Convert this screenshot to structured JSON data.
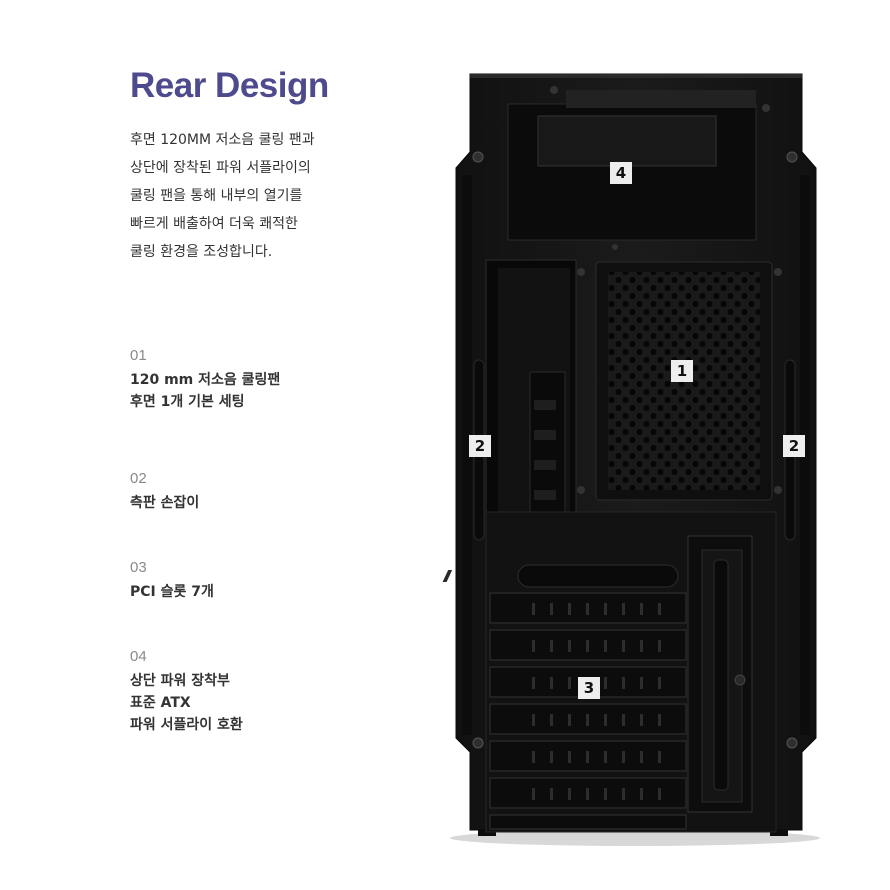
{
  "title": "Rear Design",
  "description": [
    "후면 120MM 저소음 쿨링 팬과",
    "상단에 장착된 파워 서플라이의",
    "쿨링 팬을 통해 내부의 열기를",
    "빠르게 배출하여 더욱 쾌적한",
    "쿨링 환경을 조성합니다."
  ],
  "features": [
    {
      "num": "01",
      "lines": [
        "120 mm 저소음 쿨링팬",
        "후면 1개 기본 세팅"
      ]
    },
    {
      "num": "02",
      "lines": [
        "측판 손잡이"
      ]
    },
    {
      "num": "03",
      "lines": [
        "PCI 슬롯 7개"
      ]
    },
    {
      "num": "04",
      "lines": [
        "상단 파워 장착부",
        "표준 ATX",
        "파워 서플라이 호환"
      ]
    }
  ],
  "markers": {
    "psu": "4",
    "fan": "1",
    "handle_left": "2",
    "handle_right": "2",
    "pci": "3"
  },
  "colors": {
    "title": "#4d4b8d",
    "body_text": "#333333",
    "number_text": "#8a8a8a",
    "case": "#161616",
    "marker_bg": "#eeeeee"
  }
}
